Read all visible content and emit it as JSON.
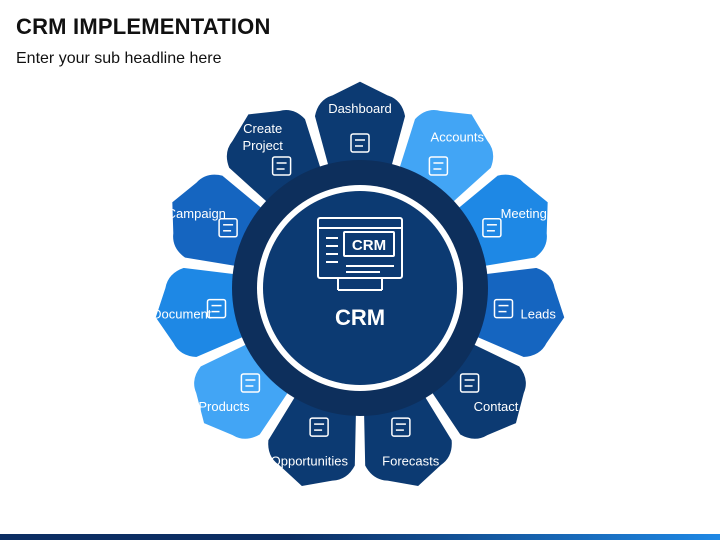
{
  "header": {
    "title": "CRM IMPLEMENTATION",
    "subtitle": "Enter your sub headline here"
  },
  "center": {
    "label": "CRM",
    "screen_text": "CRM",
    "icon": "crm-monitor-icon"
  },
  "colors": {
    "dark": "#0c3a72",
    "mid": "#1565c0",
    "light": "#1e88e5",
    "pale": "#42a5f5",
    "ring": "#0d2f5c",
    "center": "#0c3a72"
  },
  "segments": [
    {
      "key": "dashboard",
      "label": "Dashboard",
      "color": "#0c3a72",
      "icon": "dashboard-icon"
    },
    {
      "key": "accounts",
      "label": "Accounts",
      "color": "#42a5f5",
      "icon": "accounts-icon"
    },
    {
      "key": "meeting",
      "label": "Meeting",
      "color": "#1e88e5",
      "icon": "meeting-icon"
    },
    {
      "key": "leads",
      "label": "Leads",
      "color": "#1565c0",
      "icon": "leads-icon"
    },
    {
      "key": "contact",
      "label": "Contact",
      "color": "#0c3a72",
      "icon": "contact-icon"
    },
    {
      "key": "forecasts",
      "label": "Forecasts",
      "color": "#0c3a72",
      "icon": "forecasts-icon"
    },
    {
      "key": "opportunities",
      "label": "Opportunities",
      "color": "#0c3a72",
      "icon": "opportunities-icon"
    },
    {
      "key": "products",
      "label": "Products",
      "color": "#42a5f5",
      "icon": "products-icon"
    },
    {
      "key": "document",
      "label": "Document",
      "color": "#1e88e5",
      "icon": "document-icon"
    },
    {
      "key": "campaign",
      "label": "Campaign",
      "color": "#1565c0",
      "icon": "campaign-icon"
    },
    {
      "key": "create_project",
      "label": "Create\nProject",
      "color": "#0c3a72",
      "icon": "create-project-icon"
    }
  ]
}
